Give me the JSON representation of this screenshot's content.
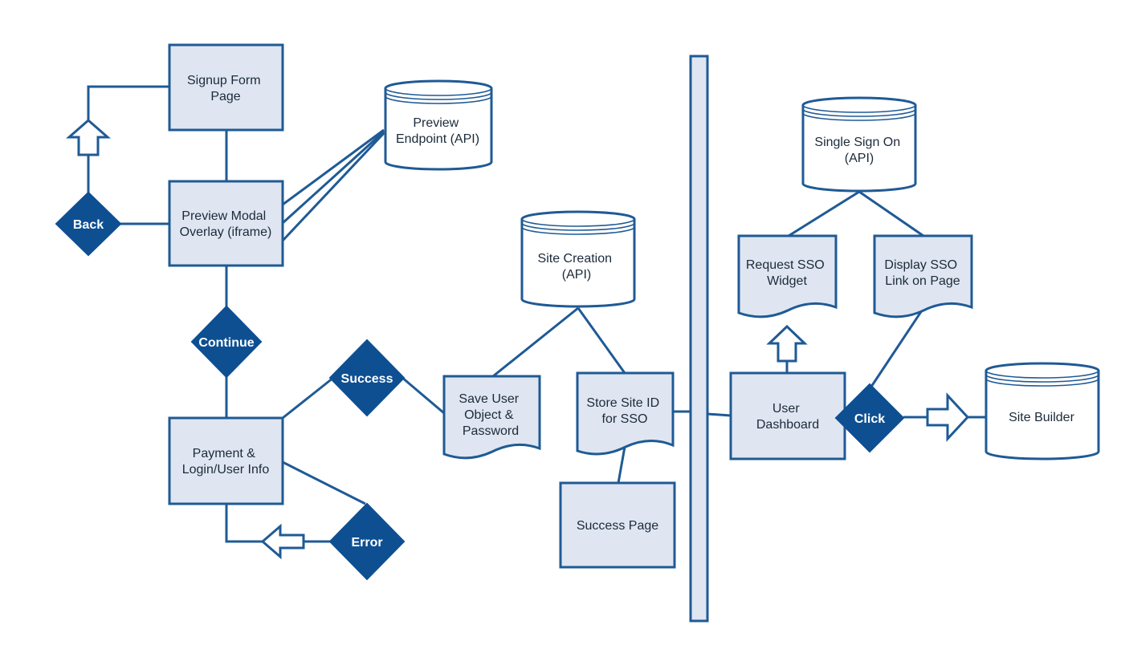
{
  "nodes": {
    "signup_form": [
      "Signup Form",
      "Page"
    ],
    "preview_modal": [
      "Preview Modal",
      "Overlay (iframe)"
    ],
    "preview_endpoint": [
      "Preview",
      "Endpoint (API)"
    ],
    "payment": [
      "Payment &",
      "Login/User Info"
    ],
    "site_creation": [
      "Site Creation",
      "(API)"
    ],
    "save_user": [
      "Save User",
      "Object &",
      "Password"
    ],
    "store_site": [
      "Store Site ID",
      "for SSO"
    ],
    "success_page": [
      "Success Page"
    ],
    "single_sign_on": [
      "Single Sign On",
      "(API)"
    ],
    "request_sso": [
      "Request SSO",
      "Widget"
    ],
    "display_sso": [
      "Display SSO",
      "Link on Page"
    ],
    "user_dashboard": [
      "User",
      "Dashboard"
    ],
    "site_builder": [
      "Site Builder"
    ]
  },
  "decisions": {
    "back": "Back",
    "continue": "Continue",
    "success": "Success",
    "error": "Error",
    "click": "Click"
  },
  "colors": {
    "box_fill": "#dfe6f1",
    "stroke": "#1f5a95",
    "decision_fill": "#0e4f92"
  }
}
